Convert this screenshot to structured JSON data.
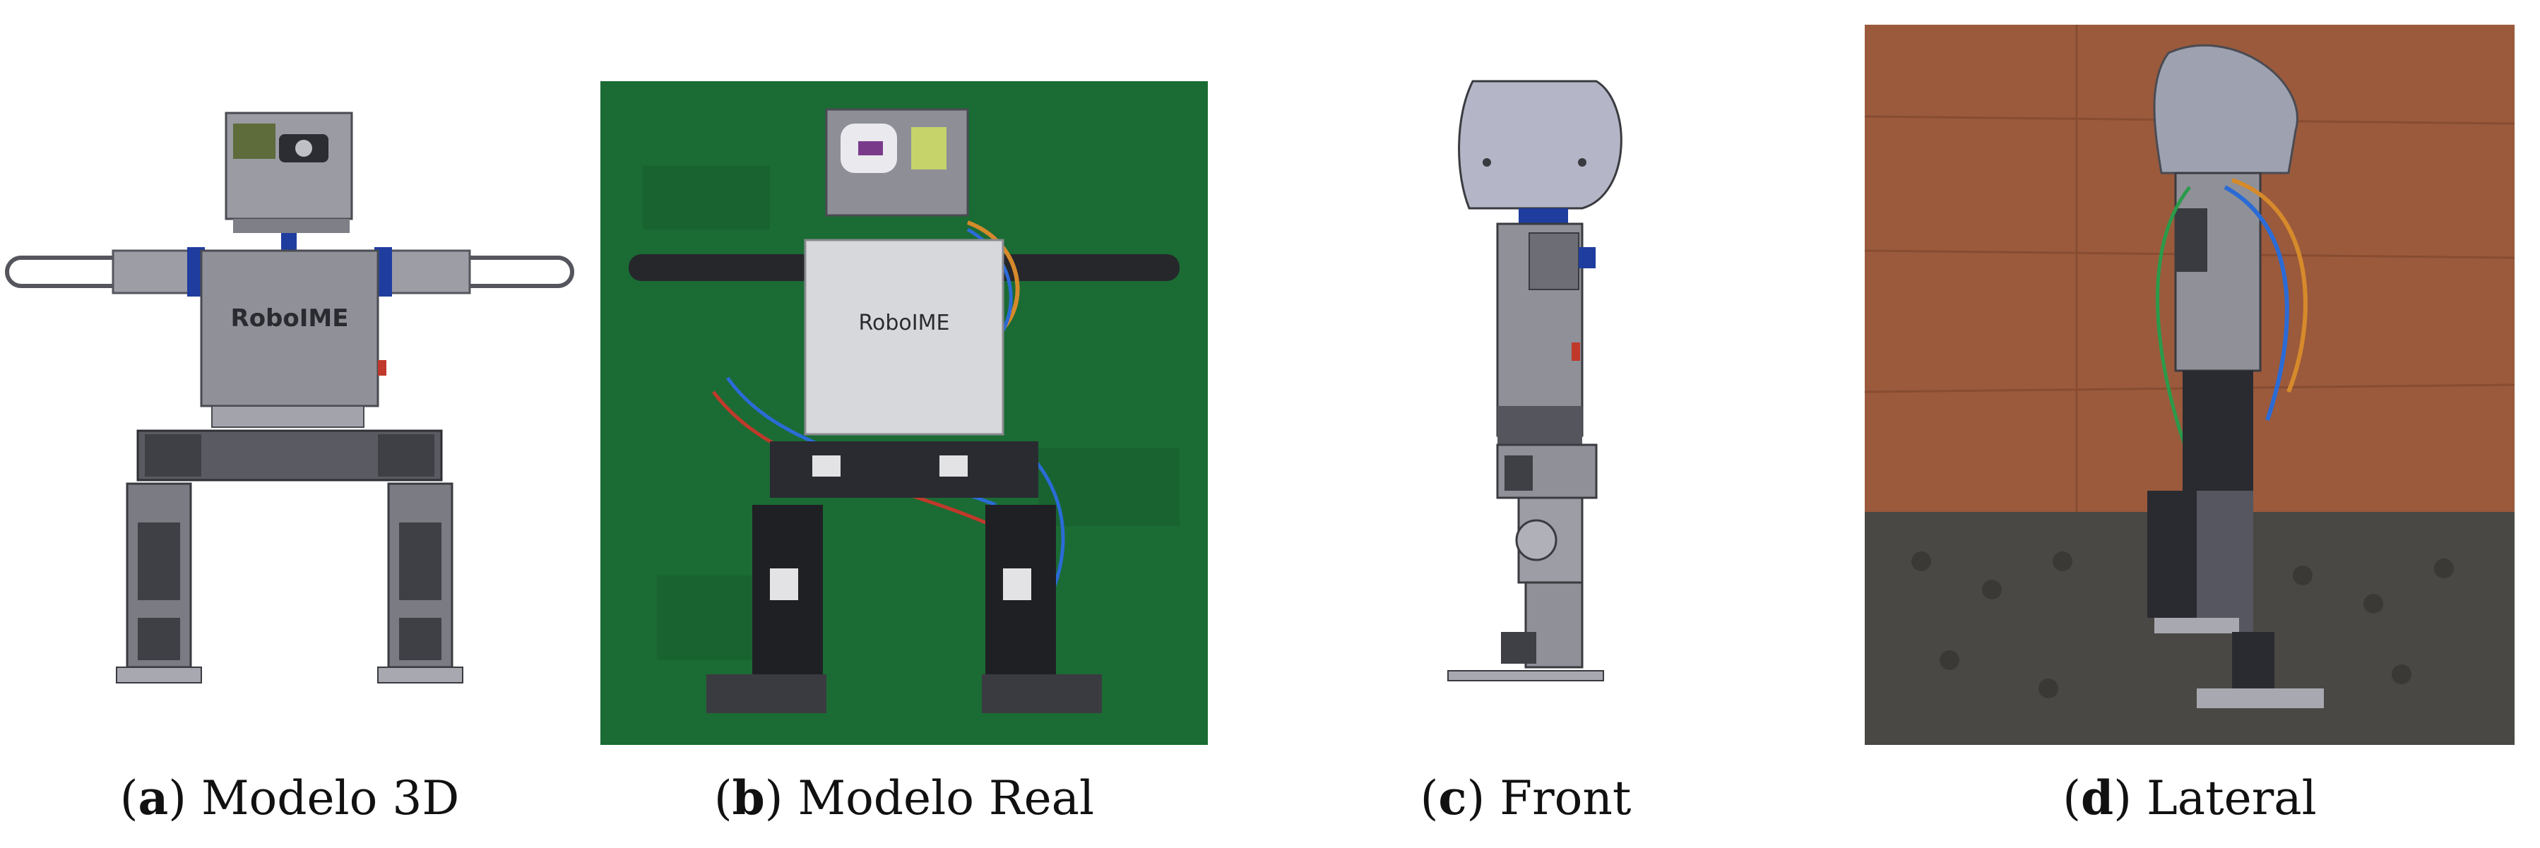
{
  "figure": {
    "panels": [
      {
        "id": "a",
        "letter": "a",
        "label": "Modelo 3D",
        "chest_text": "RoboIME"
      },
      {
        "id": "b",
        "letter": "b",
        "label": "Modelo Real",
        "chest_text": "RoboIME"
      },
      {
        "id": "c",
        "letter": "c",
        "label": "Front"
      },
      {
        "id": "d",
        "letter": "d",
        "label": "Lateral"
      }
    ]
  },
  "colors": {
    "cad_gray": "#8f9098",
    "cad_dark": "#56575e",
    "cad_blue": "#1f3d9e",
    "cad_head": "#b4b6c7",
    "green_mat": "#1b6b34",
    "wood_brown": "#9b5a3c",
    "metal_plate": "#d7d8dc"
  }
}
